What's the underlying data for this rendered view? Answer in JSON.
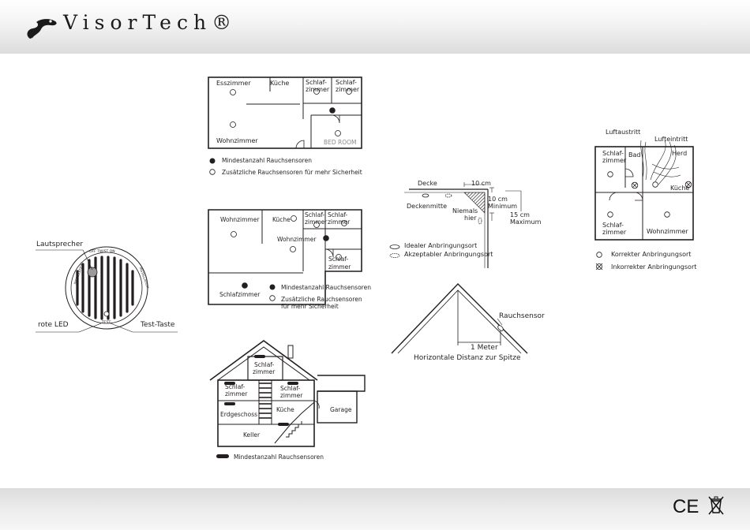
{
  "brand": {
    "name": "VisorTech",
    "registered": "®"
  },
  "detector": {
    "speaker": "Lautsprecher",
    "led": "rote LED",
    "test_button": "Test-Taste",
    "ring_text_top": "OFF TWIST ON",
    "ring_text_left": "INSTALLATION",
    "ring_text_right": "INSTALLATION",
    "test_text": "TEST"
  },
  "plan1": {
    "rooms": [
      "Esszimmer",
      "Küche",
      "Schlaf-",
      "zimmer",
      "Schlaf-",
      "zimmer",
      "Wohnzimmer",
      "BED ROOM"
    ],
    "legend_min": "Mindestanzahl Rauchsensoren",
    "legend_extra": "Zusätzliche Rauchsensoren  für mehr Sicherheit"
  },
  "plan2": {
    "rooms": [
      "Wohnzimmer",
      "Küche",
      "Schlaf-",
      "zimmer",
      "Schlaf-",
      "zimmer",
      "Wohnzimmer",
      "Schlaf-",
      "zimmer",
      "Schlafzimmer"
    ],
    "legend_min": "Mindestanzahl Rauchsensoren",
    "legend_extra_1": "Zusätzliche Rauchsensoren",
    "legend_extra_2": "für mehr Sicherheit"
  },
  "house": {
    "rooms": [
      "Schlaf-",
      "zimmer",
      "Schlaf-",
      "zimmer",
      "Schlaf-",
      "zimmer",
      "Erdgeschoss",
      "Küche",
      "Garage",
      "Keller"
    ],
    "legend_min": "Mindestanzahl Rauchsensoren"
  },
  "ceiling": {
    "decke": "Decke",
    "dist_10": "10 cm",
    "dist_10b": "10 cm",
    "minimum": "Minimum",
    "dist_15": "15 cm",
    "maximum": "Maximum",
    "center": "Deckenmitte",
    "never_1": "Niemals",
    "never_2": "hier",
    "legend_ideal": "Idealer Anbringungsort",
    "legend_ok": "Akzeptabler Anbringungsort"
  },
  "roof": {
    "sensor": "Rauchsensor",
    "distance": "1 Meter",
    "caption": "Horizontale Distanz zur Spitze"
  },
  "plan3": {
    "air_out": "Luftaustritt",
    "air_in": "Lufteintritt",
    "rooms": [
      "Schlaf-",
      "zimmer",
      "Bad",
      "Herd",
      "Küche",
      "Schlaf-",
      "zimmer",
      "Wohnzimmer"
    ],
    "legend_ok": "Korrekter Anbringungsort",
    "legend_bad": "Inkorrekter Anbringungsort"
  },
  "footer": {
    "ce": "CE"
  },
  "colors": {
    "ink": "#231f20",
    "gray": "#8a8a8a",
    "header_gradient_end": "#dcdcdc"
  }
}
